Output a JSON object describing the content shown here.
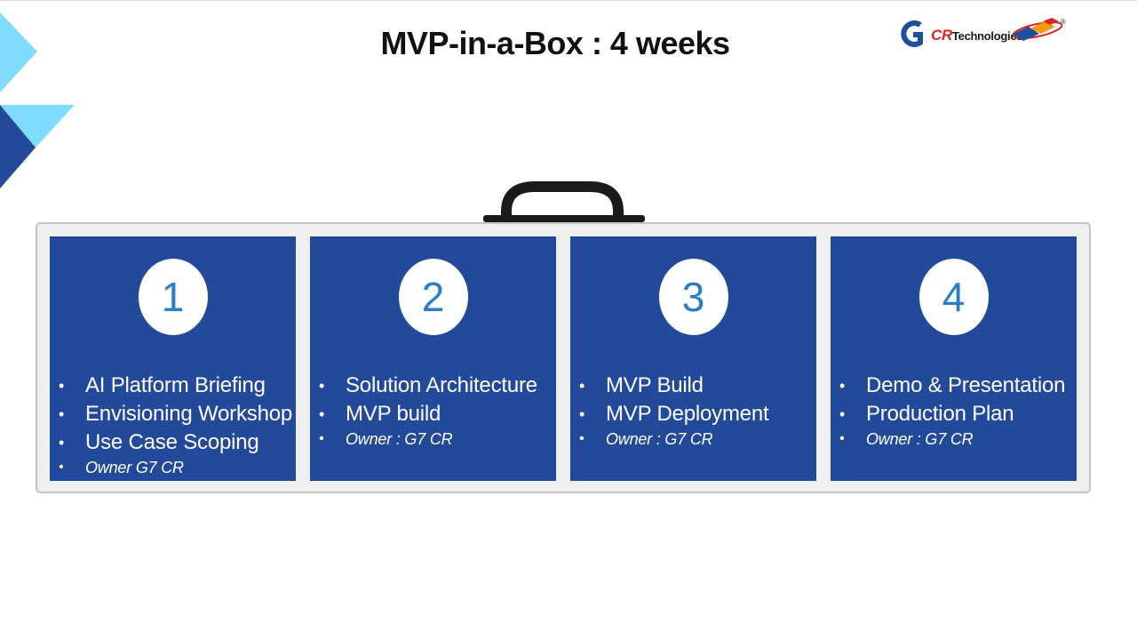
{
  "slide": {
    "title": "MVP-in-a-Box : 4 weeks"
  },
  "logo": {
    "prefix": "CR",
    "suffix": "Technologies",
    "mark": "®"
  },
  "colors": {
    "panel_blue": "#234a9a",
    "number_blue": "#2a7ec9",
    "deco_light_blue": "#7fdcff",
    "deco_dark_blue": "#234a9a",
    "case_gray": "#efefef",
    "handle_black": "#1a1a1a"
  },
  "phases": [
    {
      "number": "1",
      "items": [
        "AI Platform Briefing",
        "Envisioning Workshop",
        "Use Case Scoping"
      ],
      "owner": "Owner G7 CR"
    },
    {
      "number": "2",
      "items": [
        "Solution Architecture",
        "MVP build"
      ],
      "owner": "Owner : G7 CR"
    },
    {
      "number": "3",
      "items": [
        "MVP Build",
        "MVP Deployment"
      ],
      "owner": "Owner : G7 CR"
    },
    {
      "number": "4",
      "items": [
        "Demo & Presentation",
        "Production Plan"
      ],
      "owner": "Owner : G7 CR"
    }
  ]
}
